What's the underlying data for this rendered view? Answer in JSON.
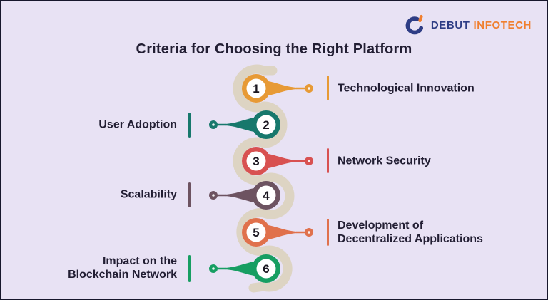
{
  "page": {
    "title": "Criteria for Choosing the Right Platform",
    "background": "#e8e2f4",
    "border_color": "#17172c",
    "text_color": "#221e33"
  },
  "logo": {
    "name": "Debut Infotech logo",
    "text_primary": "DEBUT",
    "text_secondary": "INFOTECH",
    "primary_color": "#2e3d85",
    "secondary_color": "#f07f2e"
  },
  "path_color": "#ddd4c3",
  "items": [
    {
      "number": "1",
      "line1": "Technological Innovation",
      "line2": "",
      "color": "#e79a35",
      "side": "right"
    },
    {
      "number": "2",
      "line1": "User Adoption",
      "line2": "",
      "color": "#17786c",
      "side": "left"
    },
    {
      "number": "3",
      "line1": "Network Security",
      "line2": "",
      "color": "#d85151",
      "side": "right"
    },
    {
      "number": "4",
      "line1": "Scalability",
      "line2": "",
      "color": "#6d5361",
      "side": "left"
    },
    {
      "number": "5",
      "line1": "Development of",
      "line2": "Decentralized Applications",
      "color": "#e0714c",
      "side": "right"
    },
    {
      "number": "6",
      "line1": "Impact on the",
      "line2": "Blockchain Network",
      "color": "#179e62",
      "side": "left"
    }
  ]
}
